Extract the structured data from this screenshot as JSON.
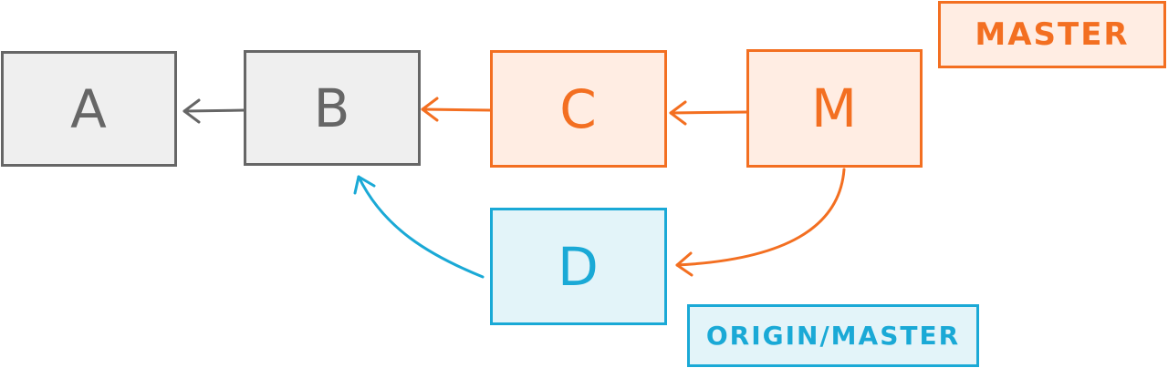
{
  "nodes": {
    "a": {
      "label": "A"
    },
    "b": {
      "label": "B"
    },
    "c": {
      "label": "C"
    },
    "m": {
      "label": "M"
    },
    "d": {
      "label": "D"
    }
  },
  "refs": {
    "master": {
      "label": "MASTER"
    },
    "origin_master": {
      "label": "ORIGIN/MASTER"
    }
  },
  "colors": {
    "gray": "#666666",
    "gray_fill": "#efefef",
    "orange": "#f36f21",
    "orange_fill": "#ffede3",
    "blue": "#1aa9d6",
    "blue_fill": "#e3f4f9"
  }
}
